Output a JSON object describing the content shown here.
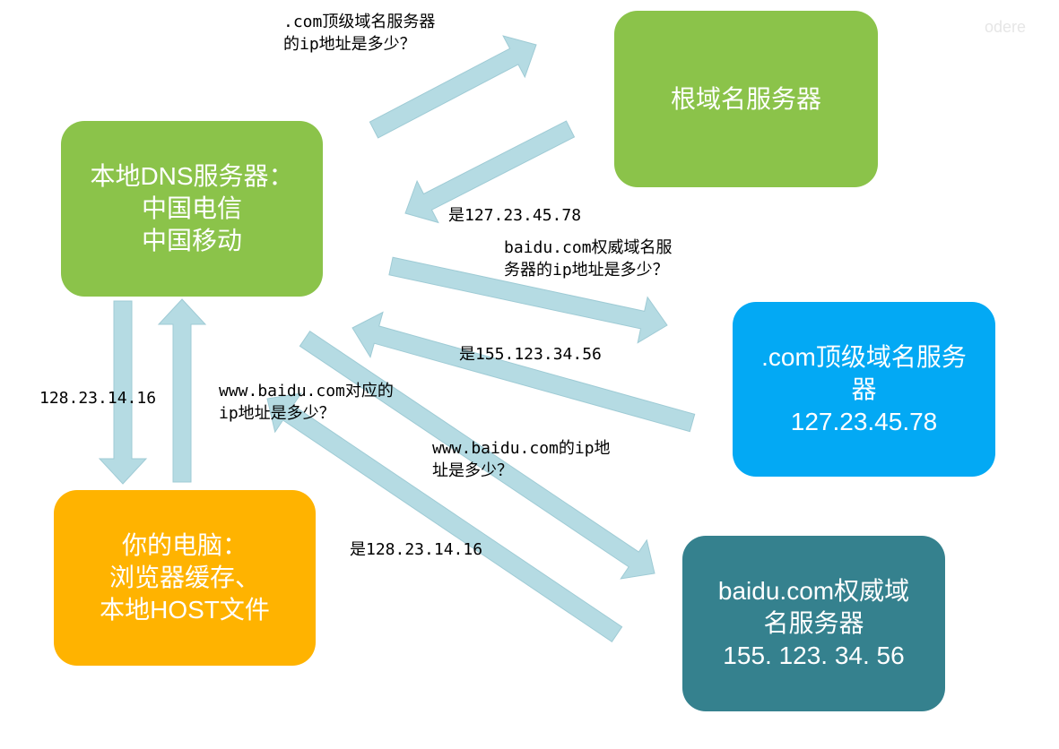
{
  "colors": {
    "arrow": "#b5dbe3",
    "local_dns": "#8bc34a",
    "root": "#8bc34a",
    "com": "#03a9f4",
    "baidu": "#35818e",
    "pc": "#ffb300"
  },
  "nodes": {
    "local_dns": {
      "lines": [
        "本地DNS服务器：",
        "中国电信",
        "中国移动"
      ]
    },
    "root": {
      "lines": [
        "根域名服务器"
      ]
    },
    "com": {
      "lines": [
        ".com顶级域名服务",
        "器",
        "127.23.45.78"
      ]
    },
    "baidu": {
      "lines": [
        "baidu.com权威域",
        "名服务器",
        "155. 123. 34. 56"
      ]
    },
    "pc": {
      "lines": [
        "你的电脑：",
        "浏览器缓存、",
        "本地HOST文件"
      ]
    }
  },
  "labels": {
    "ask_root": [
      ".com顶级域名服务器",
      "的ip地址是多少？"
    ],
    "reply_root": "是127.23.45.78",
    "ask_com": [
      "baidu.com权威域名服",
      "务器的ip地址是多少？"
    ],
    "reply_com": "是155.123.34.56",
    "pc_ask": [
      "www.baidu.com对应的",
      "ip地址是多少？"
    ],
    "ask_baidu": [
      "www.baidu.com的ip地",
      "址是多少？"
    ],
    "reply_baidu": "是128.23.14.16",
    "pc_reply": "128.23.14.16"
  },
  "watermark": "odere"
}
